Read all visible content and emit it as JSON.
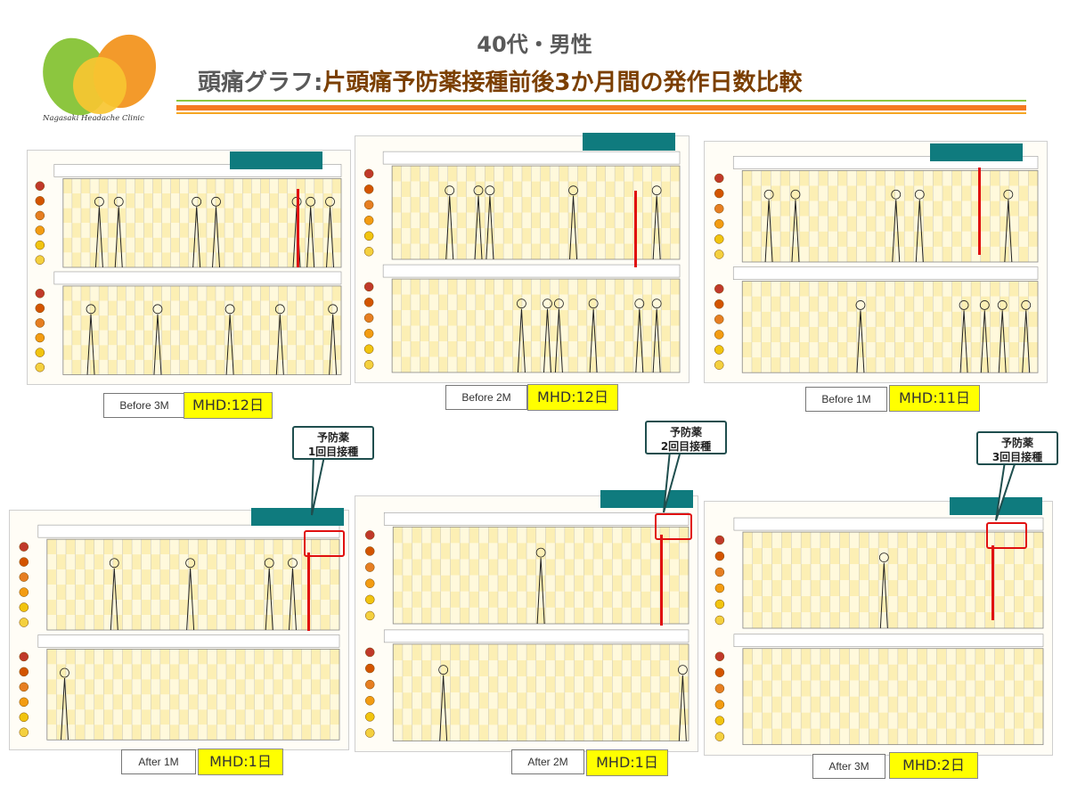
{
  "header": {
    "logo_text": "Nagasaki Headache Clinic",
    "title_line1": "40代・男性",
    "title_line2_prefix": "頭痛グラフ:",
    "title_line2_main": "片頭痛予防薬接種前後3か月間の発作日数比較"
  },
  "colors": {
    "accent_green": "#8cc63f",
    "accent_orange": "#f47920",
    "highlight_yellow": "#ffff00",
    "redaction_teal": "#0f7b7e",
    "marker_red": "#e01010"
  },
  "panels": [
    {
      "period": "Before 3M",
      "mhd": "MHD:12日"
    },
    {
      "period": "Before 2M",
      "mhd": "MHD:12日"
    },
    {
      "period": "Before 1M",
      "mhd": "MHD:11日"
    },
    {
      "period": "After 1M",
      "mhd": "MHD:1日",
      "callout": [
        "予防薬",
        "1回目接種"
      ]
    },
    {
      "period": "After 2M",
      "mhd": "MHD:1日",
      "callout": [
        "予防薬",
        "2回目接種"
      ]
    },
    {
      "period": "After 3M",
      "mhd": "MHD:2日",
      "callout": [
        "予防薬",
        "3回目接種"
      ]
    }
  ]
}
